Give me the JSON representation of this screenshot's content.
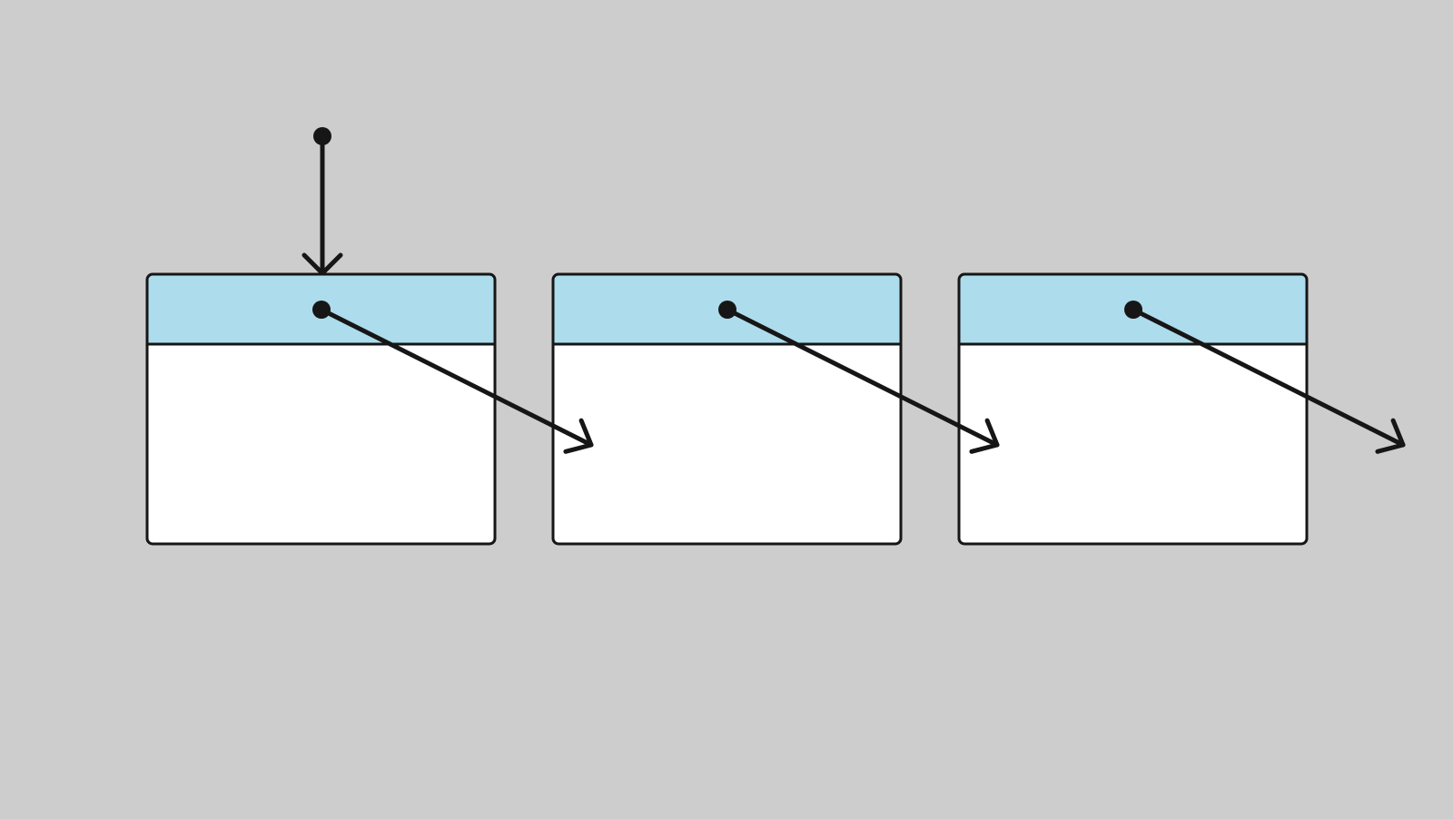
{
  "diagram": {
    "type": "linked-list",
    "node_count": 3,
    "colors": {
      "background": "#cdcdcd",
      "node_header": "#addcec",
      "node_body": "#ffffff",
      "stroke": "#161616"
    },
    "nodes": [
      {
        "id": "node-1",
        "next": "node-2"
      },
      {
        "id": "node-2",
        "next": "node-3"
      },
      {
        "id": "node-3",
        "next": ""
      }
    ],
    "head_pointer": {
      "target": "node-1"
    }
  }
}
